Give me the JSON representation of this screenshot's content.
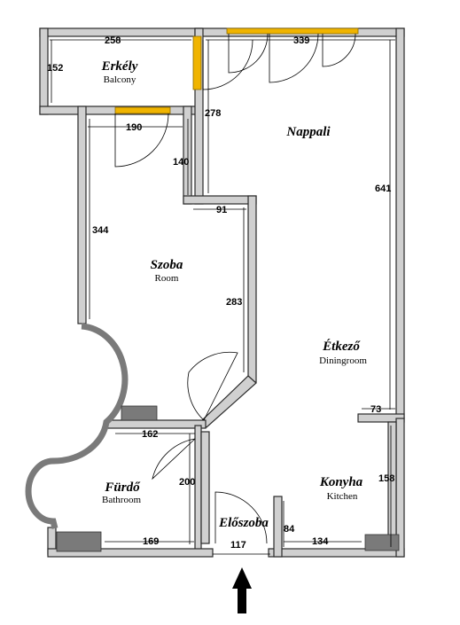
{
  "rooms": {
    "erkely": {
      "name": "Erkély",
      "sub": "Balcony"
    },
    "nappali": {
      "name": "Nappali"
    },
    "szoba": {
      "name": "Szoba",
      "sub": "Room"
    },
    "etkezo": {
      "name": "Étkező",
      "sub": "Diningroom"
    },
    "konyha": {
      "name": "Konyha",
      "sub": "Kitchen"
    },
    "furdo": {
      "name": "Fürdő",
      "sub": "Bathroom"
    },
    "eloszoba": {
      "name": "Előszoba"
    }
  },
  "dimensions": {
    "balcony_width": "258",
    "balcony_depth": "152",
    "living_width": "339",
    "partition_278": "278",
    "room_top": "190",
    "wall_140": "140",
    "living_depth": "641",
    "step_91": "91",
    "room_depth": "344",
    "wall_283": "283",
    "counter_73": "73",
    "bath_width": "162",
    "bath_depth": "200",
    "kitchen_depth": "158",
    "hall_84": "84",
    "kitchen_width": "134",
    "bath_bottom": "169",
    "hall_width": "117"
  },
  "icons": {
    "entrance": "up-arrow-icon"
  },
  "colors": {
    "wall": "#d0d0d0",
    "window": "#f0b400",
    "fixture": "#7a7a7a"
  }
}
